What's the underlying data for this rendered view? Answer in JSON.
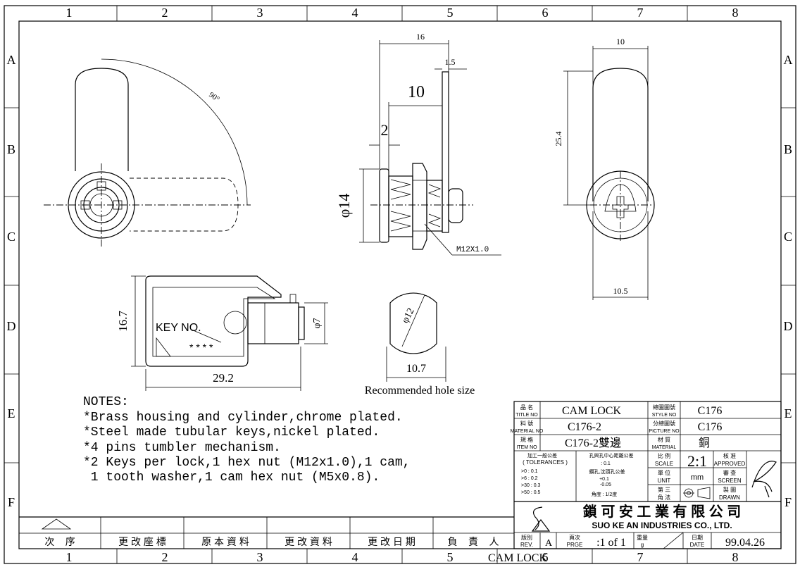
{
  "grid": {
    "columns": [
      "1",
      "2",
      "3",
      "4",
      "5",
      "6",
      "7",
      "8"
    ],
    "rows": [
      "A",
      "B",
      "C",
      "D",
      "E",
      "F"
    ]
  },
  "dimensions": {
    "width_16": "16",
    "width_1_5": "1.5",
    "width_10": "10",
    "width_2": "2",
    "dia_14": "φ14",
    "thread": "M12X1.0",
    "angle_90": "90°",
    "right_10": "10",
    "right_25_4": "25.4",
    "right_10_5": "10.5",
    "key_16_7": "16.7",
    "key_29_2": "29.2",
    "key_dia_7": "φ7",
    "key_label": "KEY NO.",
    "key_stars": "* * * *",
    "hole_dia_12": "φ12",
    "hole_10_7": "10.7",
    "hole_caption": "Recommended hole size"
  },
  "notes": {
    "heading": "NOTES:",
    "lines": [
      "*Brass housing and cylinder,chrome plated.",
      "*Steel made tubular keys,nickel plated.",
      "*4 pins tumbler mechanism.",
      "*2 Keys per lock,1 hex nut (M12x1.0),1 cam,",
      " 1 tooth washer,1 cam hex nut (M5x0.8)."
    ]
  },
  "title_block": {
    "title_label_cn": "品 名",
    "title_label_en": "TITLE NO",
    "title_value": "CAM LOCK",
    "style_label_cn": "總圖圖號",
    "style_label_en": "STYLE NO",
    "style_value": "C176",
    "material_no_label_cn": "料 號",
    "material_no_label_en": "MATERIAL NO",
    "material_no_value": "C176-2",
    "picture_label_cn": "分總圖號",
    "picture_label_en": "PICTURE NO",
    "picture_value": "C176",
    "item_label_cn": "規 格",
    "item_label_en": "ITEM NO",
    "item_value": "C176-2雙邊",
    "material_label_cn": "材 質",
    "material_label_en": "MATERIAL",
    "material_value": "銅",
    "tol_title_cn": "加工一般公差",
    "tol_title_en": "( TOLERANCES )",
    "tol_rows": [
      ">0      : 0.1",
      ">6      : 0.2",
      ">30    : 0.3",
      ">50    : 0.5"
    ],
    "tol_center_cn": "孔與孔中心距離公差",
    "tol_center_val": ": 0.1",
    "tol_drill_cn": "鑽孔,沈頭孔公差",
    "tol_drill_plus": "+0.1",
    "tol_drill_minus": "-0.05",
    "tol_angle": "角度 : 1/2度",
    "scale_label_cn": "比 例",
    "scale_label_en": "SCALE",
    "scale_value": "2:1",
    "unit_label_cn": "單 位",
    "unit_label_en": "UNIT",
    "unit_value": "mm",
    "angle_label_cn": "第 三",
    "angle_label_cn2": "角 法",
    "approved_cn": "核 准",
    "approved_en": "APPROVED",
    "screen_cn": "審 查",
    "screen_en": "SCREEN",
    "drawn_cn": "製 圖",
    "drawn_en": "DRAWN",
    "company_cn": "鎖 可 安 工 業 有 限 公 司",
    "company_en": "SUO KE AN  INDUSTRIES CO., LTD.",
    "rev_label_cn": "版別",
    "rev_label_en": "REV.",
    "rev_value": "A",
    "page_label_cn": "頁次",
    "page_label_en": "PRGE",
    "page_value": ":1 of 1",
    "weight_label_cn": "重量",
    "weight_label_en": "g",
    "date_label_cn": "日期",
    "date_label_en": "DATE",
    "date_value": "99.04.26"
  },
  "revision_table": {
    "headers": [
      "次    序",
      "更 改 座 標",
      "原 本 資 料",
      "更 改 資 料",
      "更 改 日 期",
      "負    責    人"
    ]
  },
  "footer_title": "CAM LOCK"
}
